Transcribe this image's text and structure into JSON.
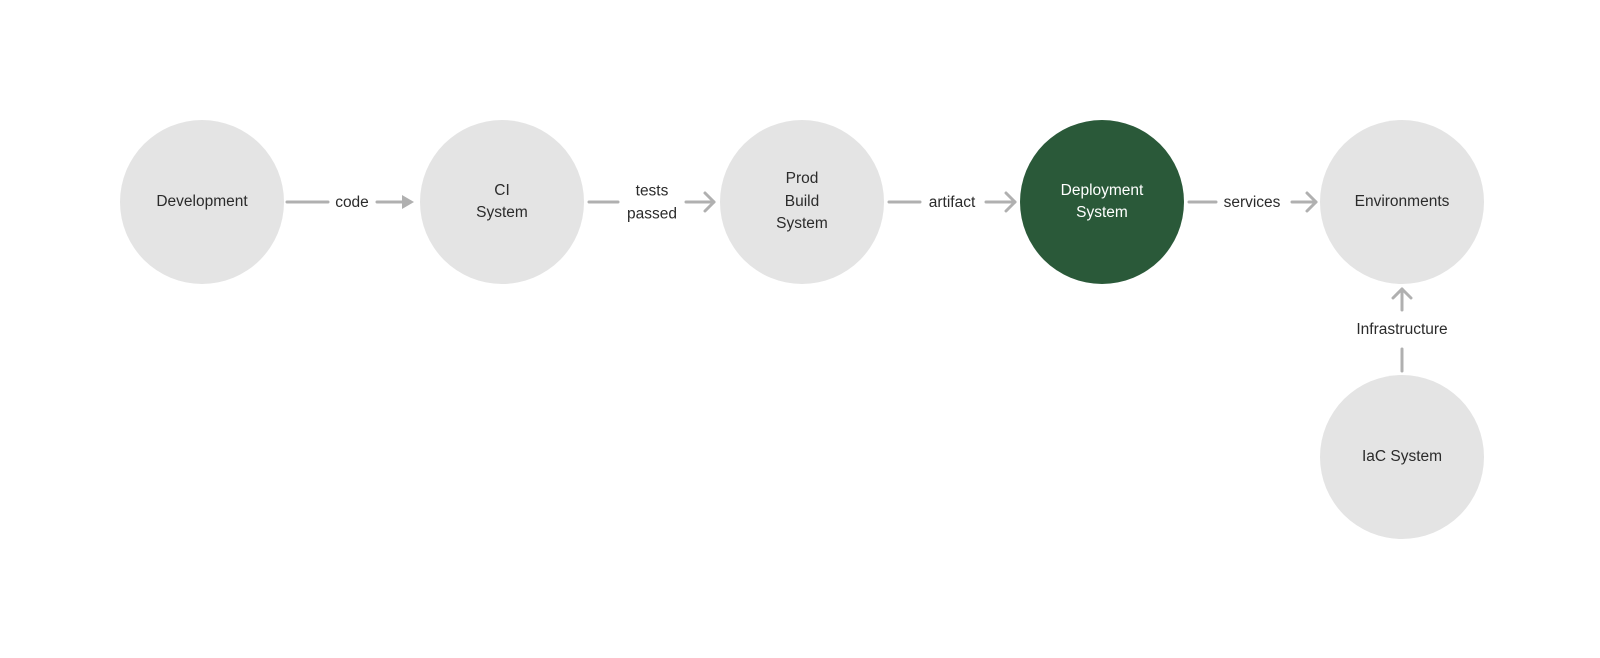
{
  "diagram": {
    "nodes": {
      "development": {
        "label": "Development"
      },
      "ci": {
        "label": "CI\nSystem"
      },
      "prod_build": {
        "label": "Prod\nBuild\nSystem"
      },
      "deployment": {
        "label": "Deployment\nSystem"
      },
      "environments": {
        "label": "Environments"
      },
      "iac": {
        "label": "IaC System"
      }
    },
    "edges": {
      "dev_to_ci": {
        "label": "code"
      },
      "ci_to_prod": {
        "label": "tests\npassed"
      },
      "prod_to_deploy": {
        "label": "artifact"
      },
      "deploy_to_env": {
        "label": "services"
      },
      "iac_to_env": {
        "label": "Infrastructure"
      }
    },
    "colors": {
      "node_fill": "#e4e4e4",
      "highlight_fill": "#2a5939",
      "connector": "#b0b0b0",
      "text": "#2b2b2b"
    }
  }
}
